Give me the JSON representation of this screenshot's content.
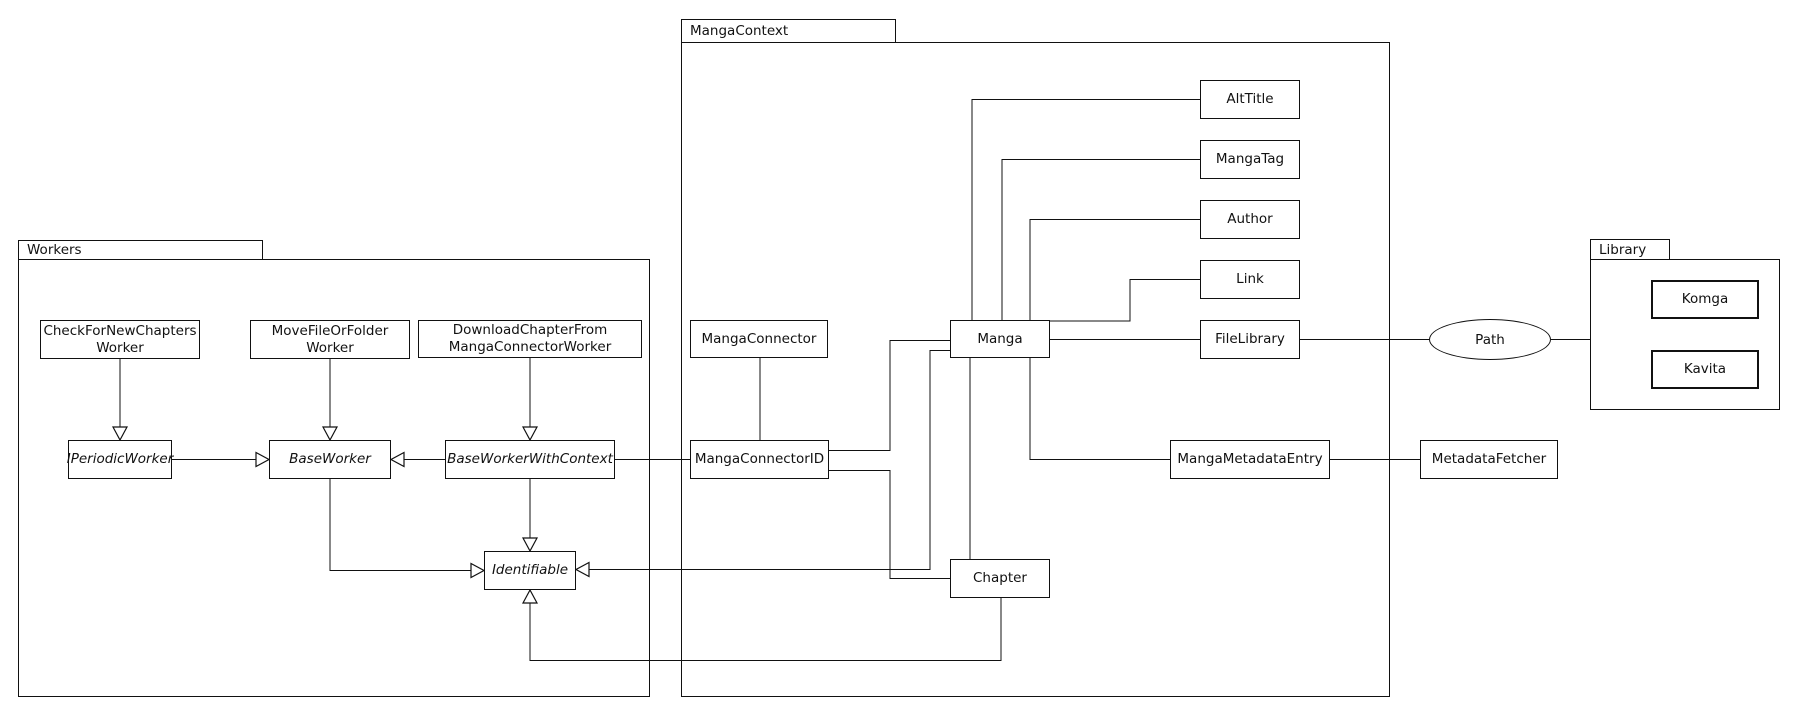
{
  "diagram": {
    "packages": {
      "workers": {
        "label": "Workers"
      },
      "manga_context": {
        "label": "MangaContext"
      },
      "library": {
        "label": "Library"
      }
    },
    "nodes": {
      "check_for_new_chapters_worker": {
        "line1": "CheckForNewChapters",
        "line2": "Worker"
      },
      "move_file_or_folder_worker": {
        "line1": "MoveFileOrFolder",
        "line2": "Worker"
      },
      "download_chapter_from_manga_connector_worker": {
        "line1": "DownloadChapterFrom",
        "line2": "MangaConnectorWorker"
      },
      "i_periodic_worker": {
        "label": "IPeriodicWorker"
      },
      "base_worker": {
        "label": "BaseWorker"
      },
      "base_worker_with_context": {
        "label": "BaseWorkerWithContext"
      },
      "identifiable": {
        "label": "Identifiable"
      },
      "manga_connector": {
        "label": "MangaConnector"
      },
      "manga_connector_id": {
        "label": "MangaConnectorID"
      },
      "manga": {
        "label": "Manga"
      },
      "chapter": {
        "label": "Chapter"
      },
      "alt_title": {
        "label": "AltTitle"
      },
      "manga_tag": {
        "label": "MangaTag"
      },
      "author": {
        "label": "Author"
      },
      "link": {
        "label": "Link"
      },
      "file_library": {
        "label": "FileLibrary"
      },
      "manga_metadata_entry": {
        "label": "MangaMetadataEntry"
      },
      "metadata_fetcher": {
        "label": "MetadataFetcher"
      },
      "path": {
        "label": "Path"
      },
      "komga": {
        "label": "Komga"
      },
      "kavita": {
        "label": "Kavita"
      }
    },
    "colors": {
      "stroke": "#111111",
      "background": "#ffffff"
    }
  }
}
